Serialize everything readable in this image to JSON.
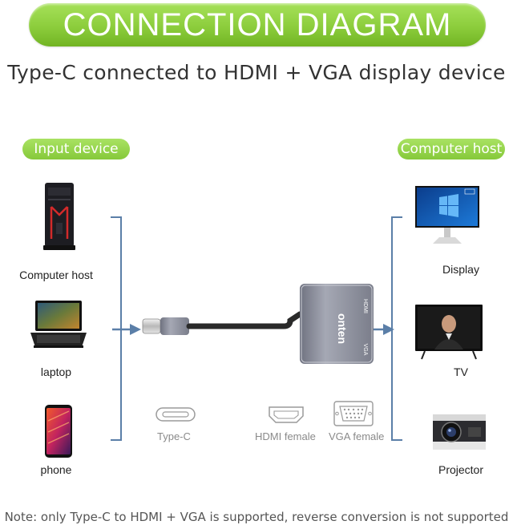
{
  "banner": {
    "title": "CONNECTION DIAGRAM"
  },
  "subtitle": "Type-C connected to HDMI + VGA display device",
  "input_side": {
    "heading": "Input device",
    "devices": [
      {
        "label": "Computer host",
        "icon": "desktop-tower-icon"
      },
      {
        "label": "laptop",
        "icon": "laptop-icon"
      },
      {
        "label": "phone",
        "icon": "smartphone-icon"
      }
    ]
  },
  "output_side": {
    "heading": "Computer host",
    "devices": [
      {
        "label": "Display",
        "icon": "monitor-icon"
      },
      {
        "label": "TV",
        "icon": "tv-icon"
      },
      {
        "label": "Projector",
        "icon": "projector-icon"
      }
    ]
  },
  "adapter": {
    "brand": "onten",
    "port_top": "HDMI",
    "port_bottom": "VGA",
    "colors": {
      "body": "#8a8d99",
      "accent": "#5b7fa8"
    }
  },
  "connectors": [
    {
      "label": "Type-C",
      "icon": "usb-c-port-icon"
    },
    {
      "label": "HDMI female",
      "icon": "hdmi-port-icon"
    },
    {
      "label": "VGA female",
      "icon": "vga-port-icon"
    }
  ],
  "note": "Note: only Type-C to HDMI + VGA is supported, reverse conversion is not supported",
  "colors": {
    "banner_green": "#8ccd3c",
    "bracket_blue": "#5b7fa8",
    "label_gray": "#8a8a8a"
  }
}
